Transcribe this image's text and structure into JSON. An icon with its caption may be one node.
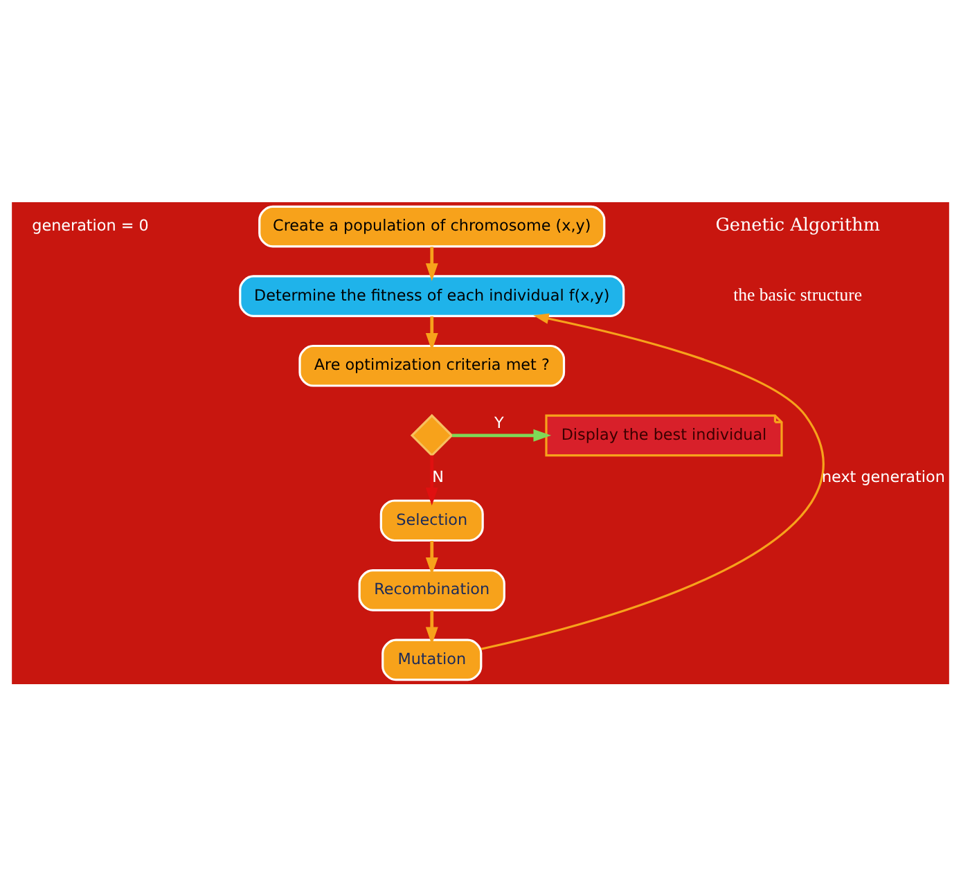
{
  "diagram": {
    "nodes": [
      {
        "text": [
          "Create a population of chromosome (x,y)"
        ]
      },
      {
        "text": [
          "Determine the fitness of each individual f(x,y)"
        ]
      },
      {
        "text": [
          "Are optimization criteria met ?"
        ]
      },
      {
        "text": [],
        "shape": "diamond"
      },
      {
        "text": [
          "Display the best individual"
        ]
      },
      {
        "text": [
          "Selection"
        ]
      },
      {
        "text": [
          "Recombination"
        ]
      },
      {
        "text": [
          "Mutation"
        ]
      }
    ],
    "edges": [
      {
        "from": 0,
        "to": 1,
        "arrow": "to"
      },
      {
        "from": 1,
        "to": 2,
        "arrow": "to"
      },
      {
        "from": 3,
        "to": 4,
        "arrow": "to",
        "label": "Y",
        "color": "#7ed957"
      },
      {
        "from": 3,
        "to": 5,
        "arrow": "to",
        "label": "N",
        "color": "#e01010"
      },
      {
        "from": 5,
        "to": 6,
        "arrow": "to"
      },
      {
        "from": 6,
        "to": 7,
        "arrow": "to"
      },
      {
        "from": 7,
        "to": 1,
        "arrow": "to",
        "label": "next generation"
      }
    ],
    "labels": [
      "generation = 0",
      "Genetic Algorithm",
      "the basic structure"
    ]
  }
}
